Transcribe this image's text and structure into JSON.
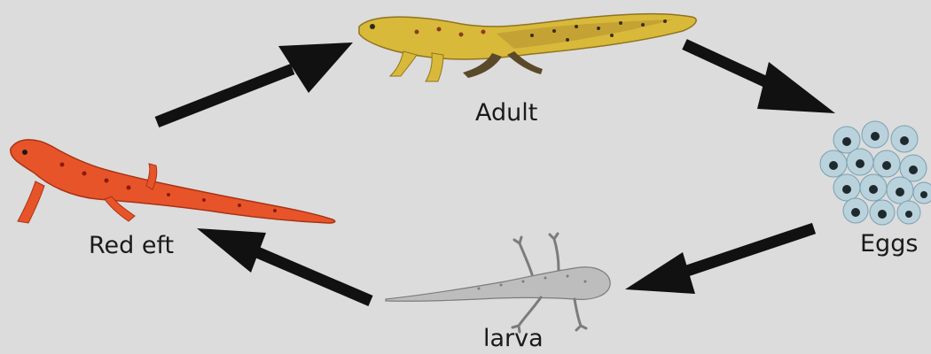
{
  "diagram": {
    "stages": {
      "adult": {
        "label": "Adult"
      },
      "eggs": {
        "label": "Eggs"
      },
      "larva": {
        "label": "larva"
      },
      "red_eft": {
        "label": "Red eft"
      }
    }
  },
  "colors": {
    "background": "#dcdcdc",
    "arrow": "#111111",
    "adult_body": "#d9b93a",
    "red_eft_body": "#e8542a",
    "larva_body": "#bdbdbd",
    "egg_shell": "#b9d2dc"
  }
}
